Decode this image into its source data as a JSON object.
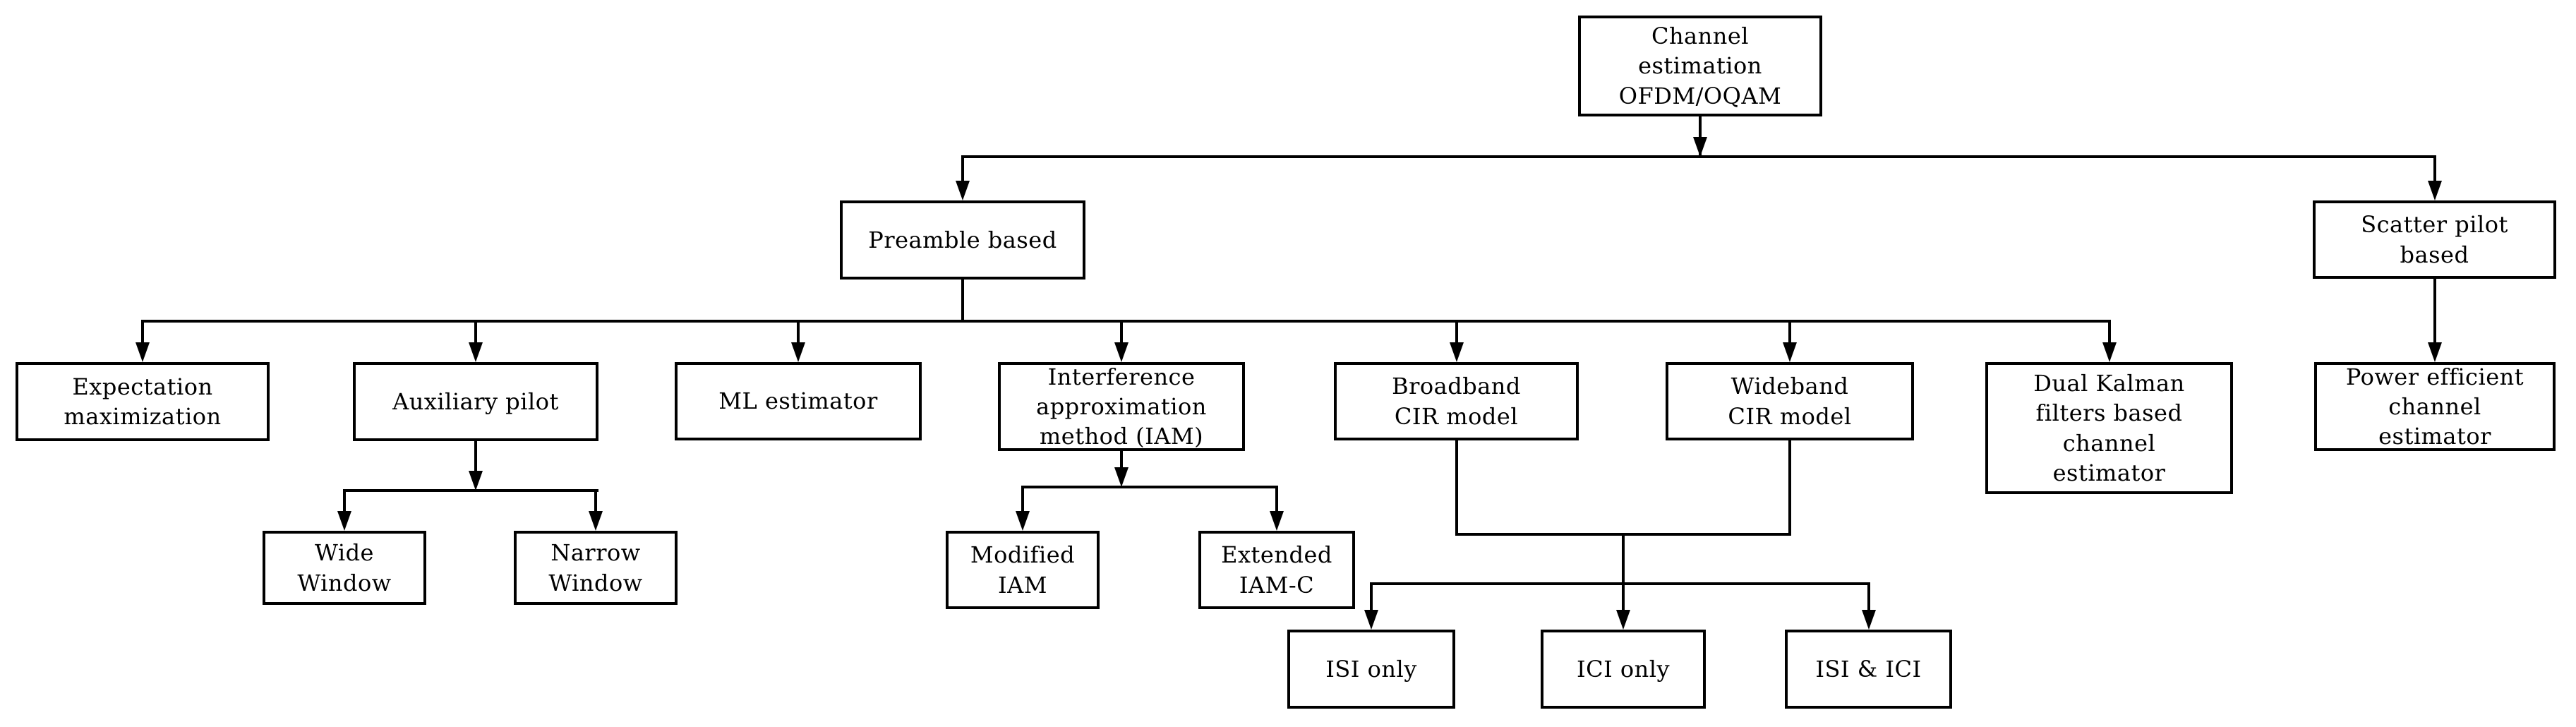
{
  "diagram": {
    "type": "flowchart-taxonomy",
    "colors": {
      "line": "#000000",
      "box_border": "#000000",
      "box_fill": "#ffffff",
      "background": "#ffffff",
      "text": "#000000"
    },
    "nodes": {
      "channel": {
        "label": "Channel\nestimation\nOFDM/OQAM"
      },
      "preamble": {
        "label": "Preamble based"
      },
      "scatter": {
        "label": "Scatter pilot\nbased"
      },
      "expectation": {
        "label": "Expectation\nmaximization"
      },
      "auxiliary": {
        "label": "Auxiliary pilot"
      },
      "ml": {
        "label": "ML estimator"
      },
      "iam": {
        "label": "Interference\napproximation\nmethod (IAM)"
      },
      "broadband": {
        "label": "Broadband\nCIR model"
      },
      "wideband": {
        "label": "Wideband\nCIR model"
      },
      "dual_kalman": {
        "label": "Dual Kalman\nfilters based\nchannel\nestimator"
      },
      "power_efficient": {
        "label": "Power efficient\nchannel\nestimator"
      },
      "wide_window": {
        "label": "Wide\nWindow"
      },
      "narrow_window": {
        "label": "Narrow\nWindow"
      },
      "modified_iam": {
        "label": "Modified\nIAM"
      },
      "extended_iamc": {
        "label": "Extended\nIAM-C"
      },
      "isi_only": {
        "label": "ISI only"
      },
      "ici_only": {
        "label": "ICI only"
      },
      "isi_ici": {
        "label": "ISI & ICI"
      }
    },
    "edges": [
      {
        "from": "channel",
        "to": "preamble"
      },
      {
        "from": "channel",
        "to": "scatter"
      },
      {
        "from": "preamble",
        "to": "expectation"
      },
      {
        "from": "preamble",
        "to": "auxiliary"
      },
      {
        "from": "preamble",
        "to": "ml"
      },
      {
        "from": "preamble",
        "to": "iam"
      },
      {
        "from": "preamble",
        "to": "broadband"
      },
      {
        "from": "preamble",
        "to": "wideband"
      },
      {
        "from": "preamble",
        "to": "dual_kalman"
      },
      {
        "from": "scatter",
        "to": "power_efficient"
      },
      {
        "from": "auxiliary",
        "to": "wide_window"
      },
      {
        "from": "auxiliary",
        "to": "narrow_window"
      },
      {
        "from": "iam",
        "to": "modified_iam"
      },
      {
        "from": "iam",
        "to": "extended_iamc"
      },
      {
        "from": [
          "broadband",
          "wideband"
        ],
        "to": "isi_only"
      },
      {
        "from": [
          "broadband",
          "wideband"
        ],
        "to": "ici_only"
      },
      {
        "from": [
          "broadband",
          "wideband"
        ],
        "to": "isi_ici"
      }
    ]
  }
}
